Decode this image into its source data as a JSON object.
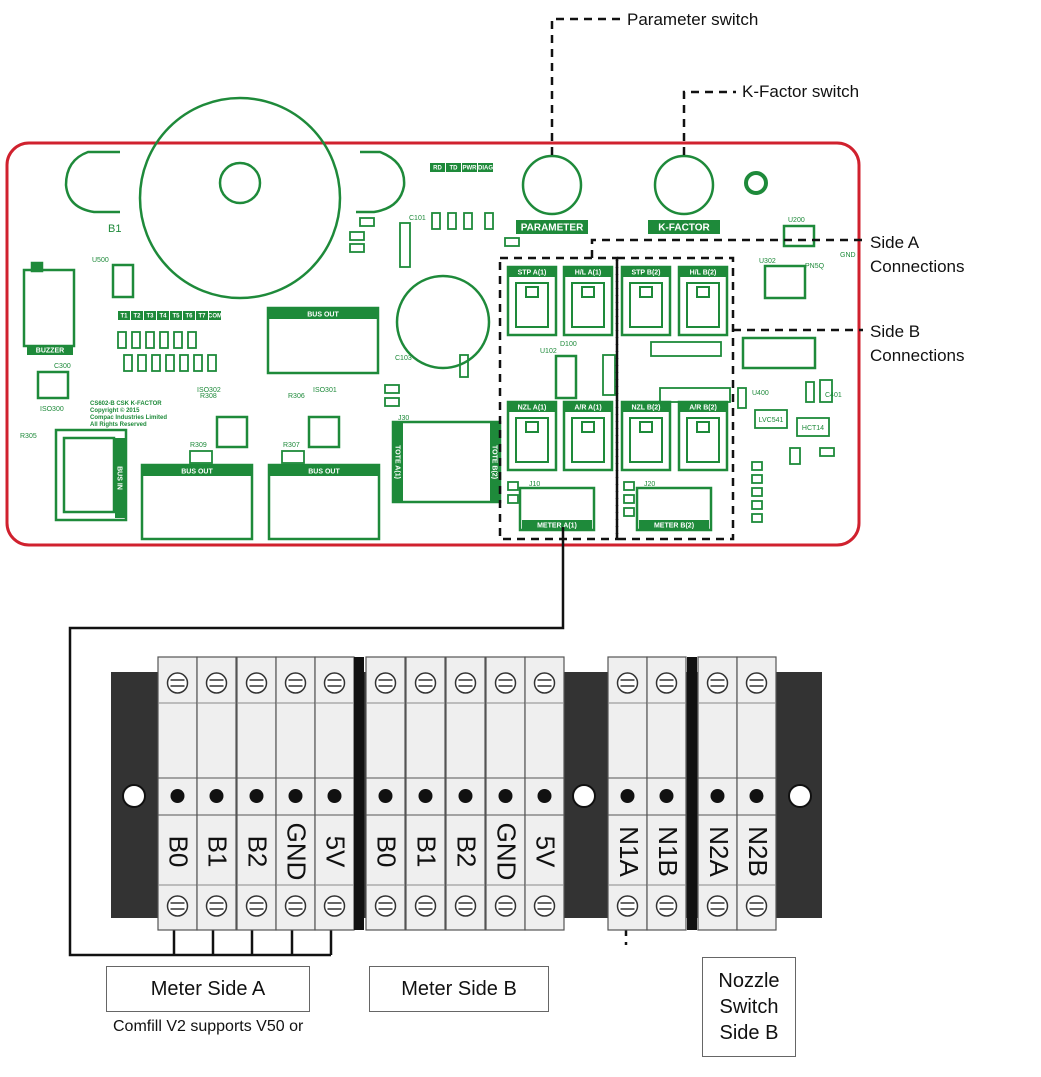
{
  "callouts": {
    "parameter_switch": "Parameter switch",
    "kfactor_switch": "K-Factor switch",
    "side_a": "Side A Connections",
    "side_b": "Side B Connections"
  },
  "board": {
    "outline_color": "#d0212e",
    "silk_color": "#1e8a3a",
    "buzzer_label": "BUZZER",
    "b1_label": "B1",
    "parameter_label": "PARAMETER",
    "kfactor_label": "K-FACTOR",
    "bus_out_label": "BUS OUT",
    "bus_in_label": "BUS IN",
    "tote_a_label": "TOTE A(1)",
    "tote_b_label": "TOTE B(2)",
    "led_labels": [
      "RD",
      "TD",
      "PWR",
      "DIAG"
    ],
    "t_labels": [
      "T1",
      "T2",
      "T3",
      "T4",
      "T5",
      "T6",
      "T7",
      "COM"
    ],
    "side_a_connectors": [
      "STP A(1)",
      "H/L A(1)",
      "NZL A(1)",
      "A/R A(1)"
    ],
    "side_b_connectors": [
      "STP B(2)",
      "H/L B(2)",
      "NZL B(2)",
      "A/R B(2)"
    ],
    "meter_a_label": "METER A(1)",
    "meter_b_label": "METER B(2)",
    "copyright_lines": [
      "CS602-B CSK K-FACTOR",
      "Copyright © 2015",
      "Compac Industries Limited",
      "All Rights Reserved"
    ],
    "ref_labels": [
      "ISO300",
      "ISO302",
      "ISO301",
      "C103",
      "C300",
      "R305",
      "R308",
      "R306",
      "R309",
      "R307",
      "U500",
      "U200",
      "U302",
      "U102",
      "U400",
      "C101",
      "C401",
      "J10",
      "J20",
      "J30",
      "D100",
      "PN5Q",
      "GND"
    ],
    "ic_labels": [
      "LVC541",
      "HCT14"
    ]
  },
  "terminal_block": {
    "terminals": [
      "B0",
      "B1",
      "B2",
      "GND",
      "5V",
      "B0",
      "B1",
      "B2",
      "GND",
      "5V",
      "N1A",
      "N1B",
      "N2A",
      "N2B"
    ]
  },
  "boxes": {
    "meter_side_a": "Meter Side A",
    "meter_side_b": "Meter Side B",
    "nozzle_switch_side_b": [
      "Nozzle",
      "Switch",
      "Side B"
    ]
  },
  "note": "Comfill V2 supports V50 or"
}
